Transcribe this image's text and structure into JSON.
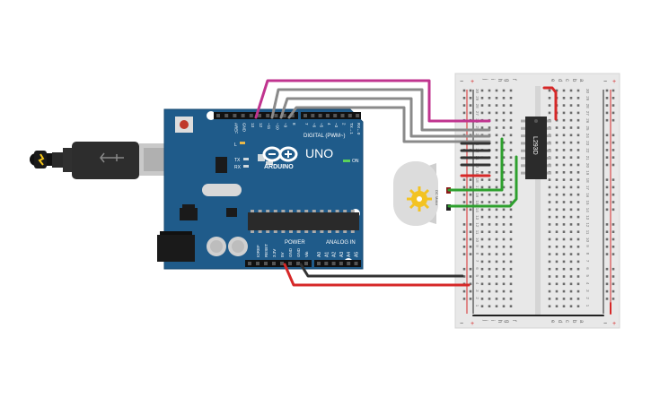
{
  "arduino": {
    "brand": "ARDUINO",
    "model": "UNO",
    "digital_label": "DIGITAL (PWM~)",
    "analog_label": "ANALOG IN",
    "power_label": "POWER",
    "on_label": "ON",
    "l_label": "L",
    "tx_label": "TX",
    "rx_label": "RX",
    "header_pins": [
      "AREF",
      "GND",
      "13",
      "12",
      "~11",
      "~10",
      "~9",
      "8",
      "7",
      "~6",
      "~5",
      "4",
      "~3",
      "2",
      "TX→1",
      "RX←0"
    ],
    "power_pins": [
      "IOREF",
      "RESET",
      "3.3V",
      "5V",
      "GND",
      "GND",
      "Vin"
    ],
    "analog_pins": [
      "A0",
      "A1",
      "A2",
      "A3",
      "A4",
      "A5"
    ],
    "board_color": "#1f5b8a"
  },
  "ic": {
    "label": "L293D",
    "color": "#2b2b2b"
  },
  "motor": {
    "label": "DC Motor"
  },
  "breadboard": {
    "column_letters": [
      "j",
      "i",
      "h",
      "g",
      "f",
      "e",
      "d",
      "c",
      "b",
      "a"
    ],
    "row_numbers": [
      "30",
      "29",
      "28",
      "27",
      "26",
      "25",
      "24",
      "23",
      "22",
      "21",
      "20",
      "19",
      "18",
      "17",
      "16",
      "15",
      "14",
      "13",
      "12",
      "11",
      "10",
      "9",
      "8",
      "7",
      "6",
      "5",
      "4",
      "3",
      "2",
      "1"
    ],
    "plus": "+",
    "minus": "−"
  },
  "colors": {
    "wire_magenta": "#c0348f",
    "wire_gray": "#8a8a8a",
    "wire_green": "#2ea02e",
    "wire_red": "#d62828",
    "wire_black": "#333333"
  }
}
